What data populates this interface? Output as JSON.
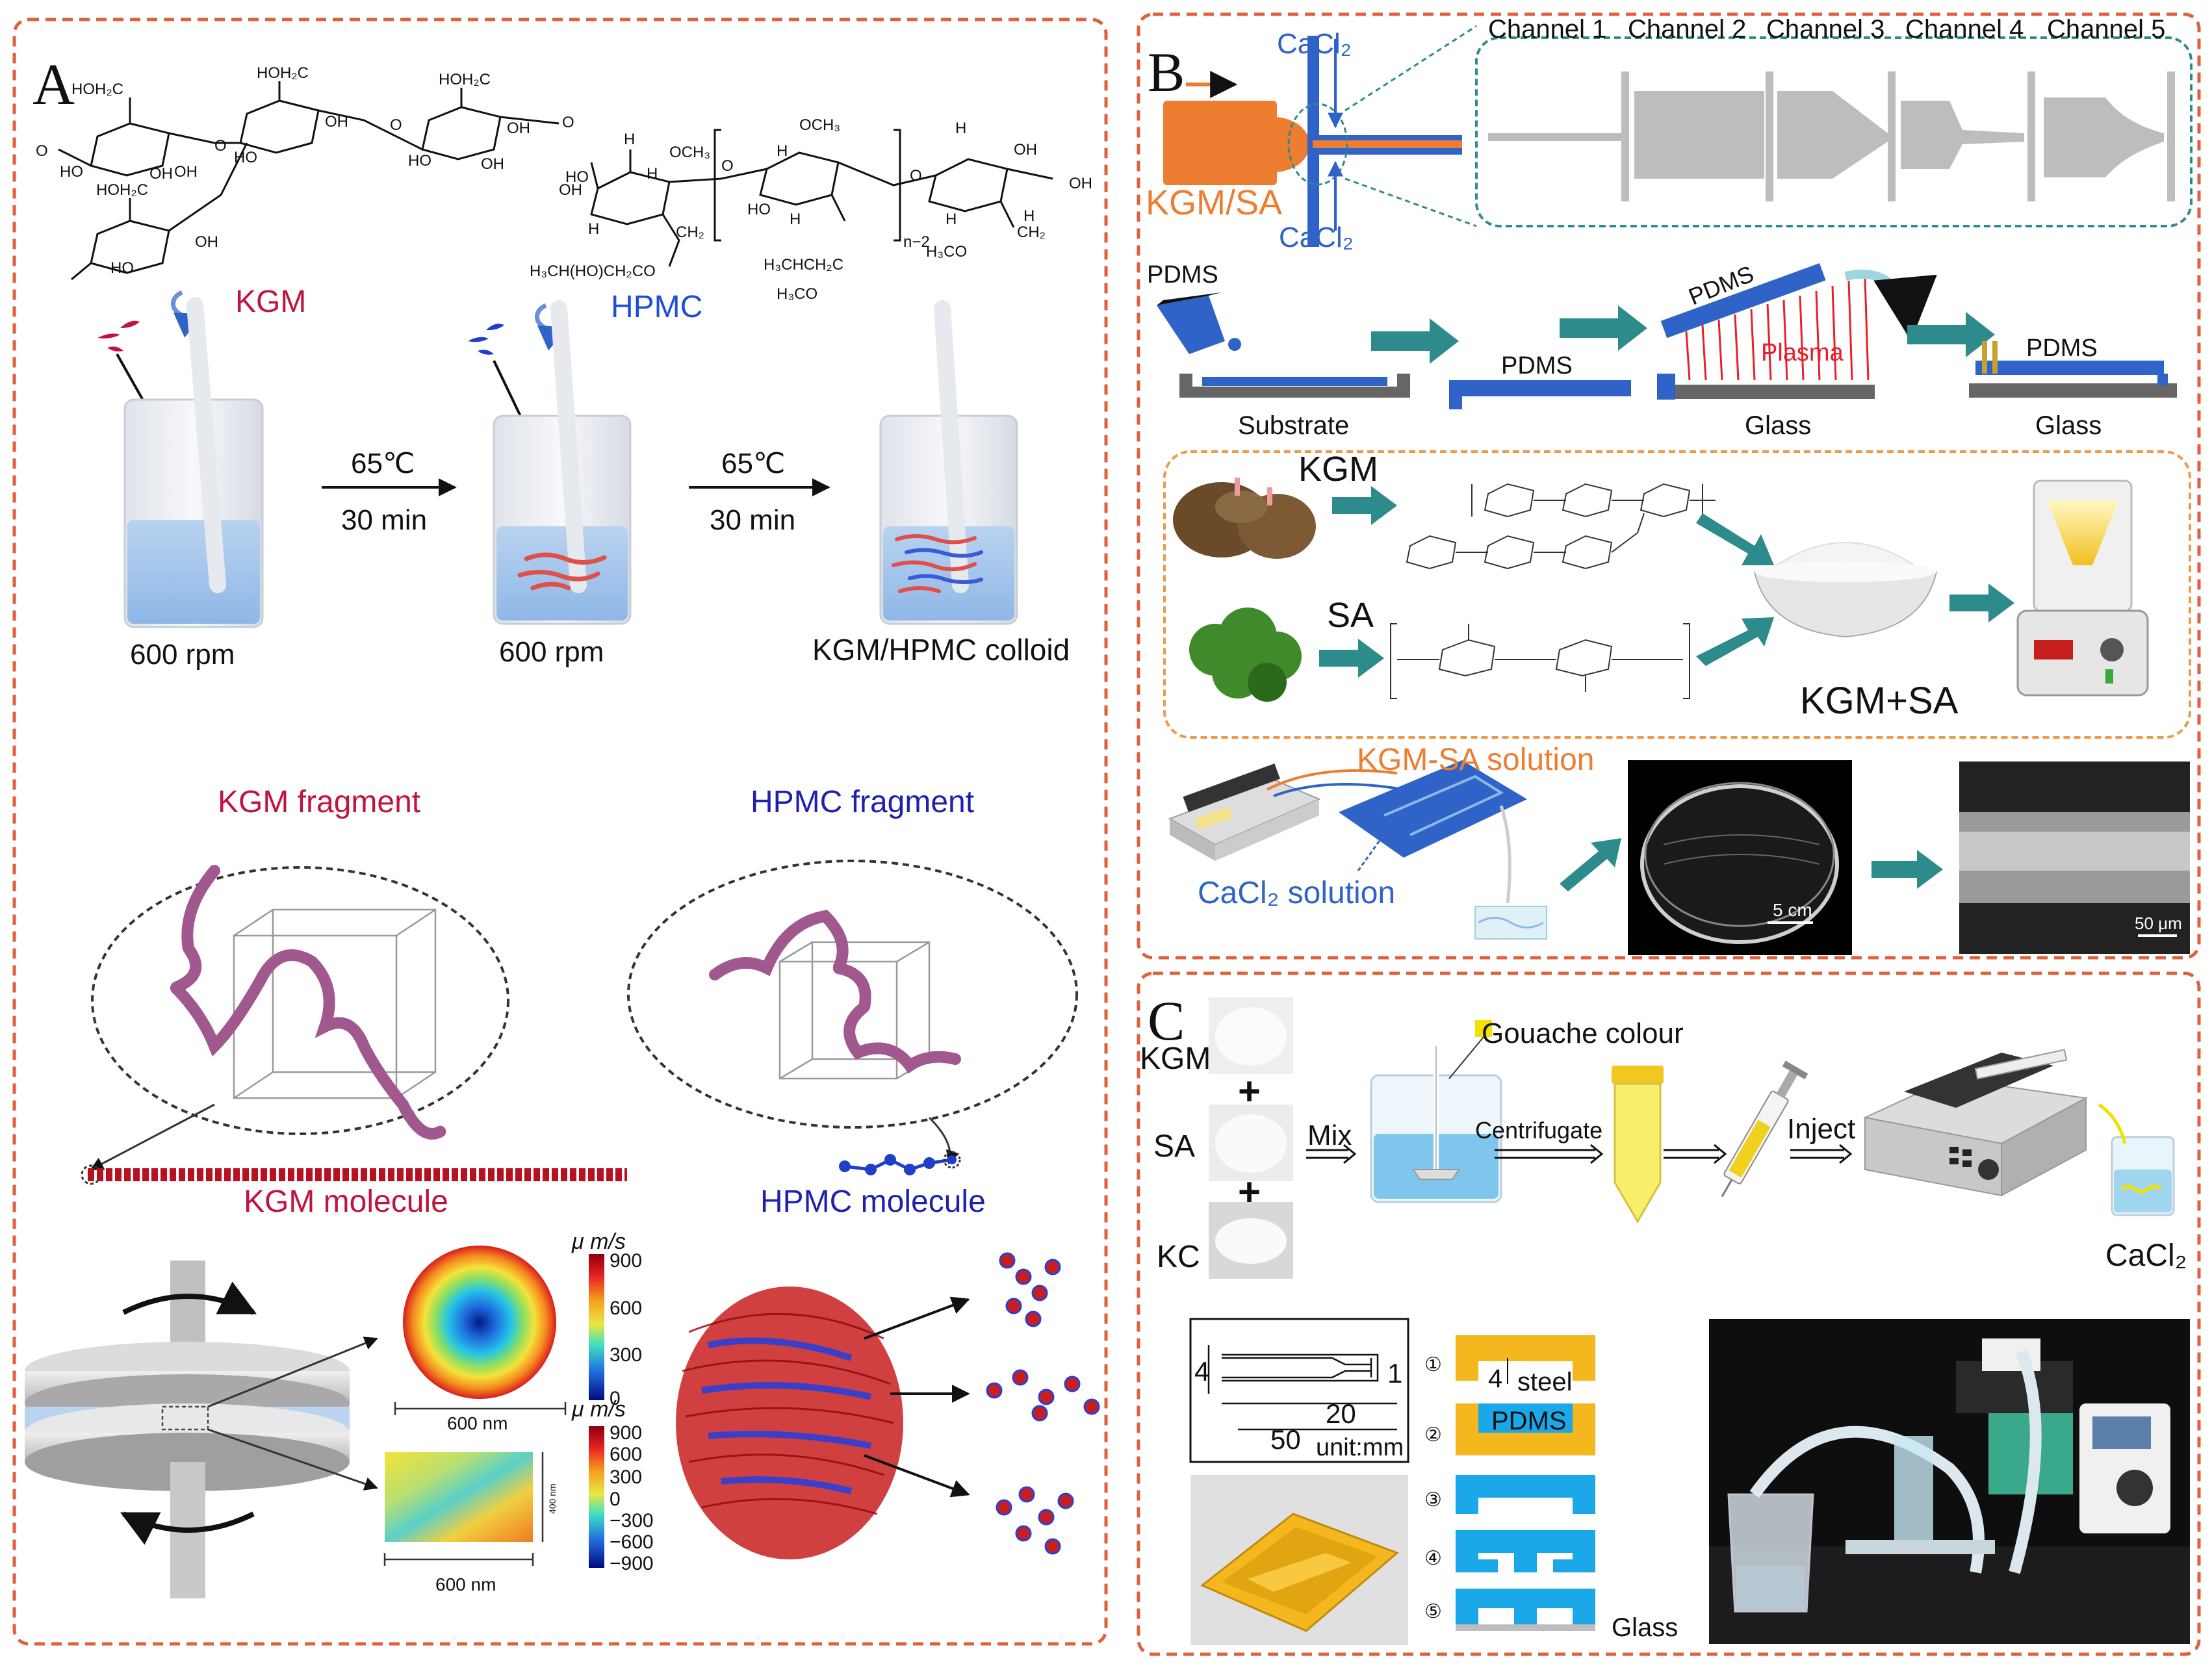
{
  "colors": {
    "panel_border": "#e0603a",
    "kgm_red": "#c0143c",
    "hpmc_blue": "#1f4fd8",
    "pdms_blue": "#2f63c7",
    "kgm_sa_orange": "#ed7d31",
    "teal_arrow": "#2e8b8b",
    "plasma_red": "#e8202a",
    "gouache_yellow": "#f2e200",
    "mold_yellow": "#f4b81e",
    "mold_cyan": "#1aa8e8",
    "liquid_blue": "#9fc3ea"
  },
  "panelA": {
    "letter": "A",
    "chem": {
      "kgm_groups": [
        "HOH₂C",
        "HOH₂C",
        "HOH₂C",
        "HOH₂C",
        "OH",
        "OH",
        "OH",
        "OH",
        "OH",
        "OH",
        "HO",
        "HO",
        "HO",
        "HO",
        "O",
        "O",
        "O",
        "O"
      ],
      "hpmc_groups": [
        "OCH₃",
        "OCH₃",
        "OH",
        "OH",
        "OH",
        "HO",
        "HO",
        "H",
        "H",
        "H",
        "H",
        "H",
        "H",
        "H",
        "H",
        "CH₂",
        "CH₂",
        "H₃CH(HO)CH₂CO",
        "H₃CHCH₂C",
        "H₃CO",
        "H₃CO",
        "n−2",
        "O",
        "O"
      ]
    },
    "kgm_label": "KGM",
    "hpmc_label": "HPMC",
    "temp1": "65℃",
    "time1": "30 min",
    "temp2": "65℃",
    "time2": "30 min",
    "beaker1_label": "600 rpm",
    "beaker2_label": "600 rpm",
    "beaker3_label": "KGM/HPMC colloid",
    "kgm_fragment": "KGM fragment",
    "hpmc_fragment": "HPMC fragment",
    "kgm_molecule": "KGM molecule",
    "hpmc_molecule": "HPMC molecule",
    "colorbar1": {
      "unit": "μ m/s",
      "ticks": [
        "900",
        "600",
        "300",
        "0"
      ]
    },
    "colorbar2": {
      "unit": "μ m/s",
      "ticks": [
        "900",
        "600",
        "300",
        "0",
        "−300",
        "−600",
        "−900"
      ]
    },
    "scale1": "600 nm",
    "scale2": "600 nm",
    "scale2_vertical": "400 nm"
  },
  "panelB": {
    "letter": "B",
    "cacl2_top": "CaCl₂",
    "cacl2_bottom": "CaCl₂",
    "kgm_sa": "KGM/SA",
    "channels": [
      "Channel 1",
      "Channel 2",
      "Channel 3",
      "Channel 4",
      "Channel 5"
    ],
    "pdms_pour": "PDMS",
    "substrate": "Substrate",
    "pdms_peeled": "PDMS",
    "pdms_tilted": "PDMS",
    "plasma": "Plasma",
    "glass1": "Glass",
    "pdms_bonded": "PDMS",
    "glass2": "Glass",
    "kgm_label": "KGM",
    "sa_label": "SA",
    "kgm_sa_mix": "KGM+SA",
    "kgm_sa_solution": "KGM-SA solution",
    "cacl2_solution": "CaCl₂ solution",
    "scale_dish": "5 cm",
    "scale_sem": "50 μm"
  },
  "panelC": {
    "letter": "C",
    "kgm": "KGM",
    "sa": "SA",
    "kc": "KC",
    "plus": "+",
    "mix": "Mix",
    "gouache": "Gouache colour",
    "centrifugate": "Centrifugate",
    "inject": "Inject",
    "cacl2": "CaCl₂",
    "dim_4": "4",
    "dim_1": "1",
    "dim_20": "20",
    "dim_50": "50",
    "unit": "unit:mm",
    "steps": [
      "①",
      "②",
      "③",
      "④",
      "⑤"
    ],
    "mold_4": "4",
    "steel": "steel",
    "pdms": "PDMS",
    "glass": "Glass"
  }
}
